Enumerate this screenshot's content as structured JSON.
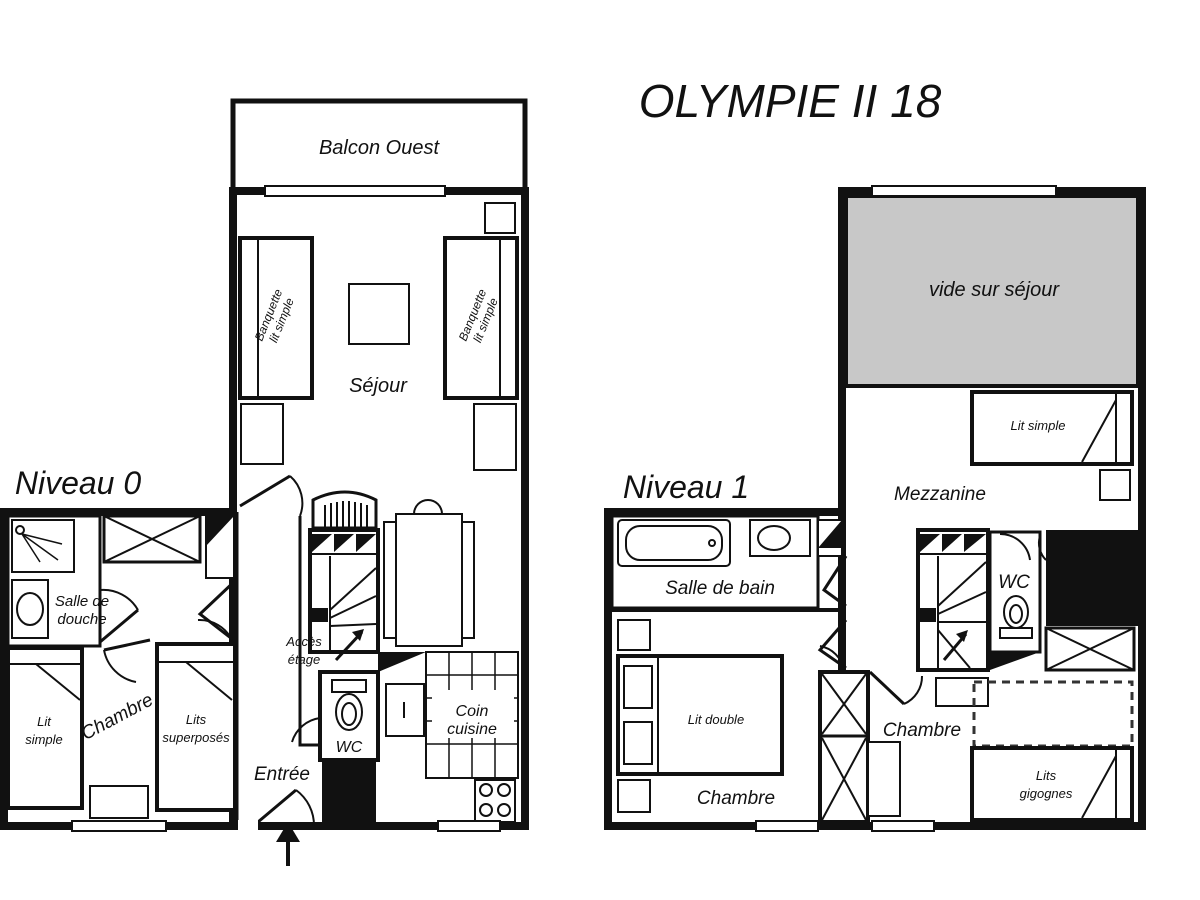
{
  "title": "OLYMPIE II 18",
  "levels": {
    "niveau0": {
      "label": "Niveau 0",
      "rooms": {
        "balcon": "Balcon Ouest",
        "sejour": "Séjour",
        "banquette_left_1": "Banquette",
        "banquette_left_2": "lit simple",
        "banquette_right_1": "Banquette",
        "banquette_right_2": "lit simple",
        "salle_douche_1": "Salle de",
        "salle_douche_2": "douche",
        "chambre": "Chambre",
        "lit_simple_1": "Lit",
        "lit_simple_2": "simple",
        "lits_superposes_1": "Lits",
        "lits_superposes_2": "superposés",
        "acces_1": "Accès",
        "acces_2": "étage",
        "wc": "WC",
        "coin_cuisine_1": "Coin",
        "coin_cuisine_2": "cuisine",
        "entree": "Entrée"
      }
    },
    "niveau1": {
      "label": "Niveau 1",
      "rooms": {
        "vide": "vide sur séjour",
        "lit_simple": "Lit simple",
        "mezzanine": "Mezzanine",
        "salle_bain": "Salle de bain",
        "wc": "WC",
        "lit_double": "Lit double",
        "chambre_1": "Chambre",
        "chambre_2": "Chambre",
        "lits_gigognes_1": "Lits",
        "lits_gigognes_2": "gigognes"
      }
    }
  },
  "colors": {
    "wall": "#111111",
    "void": "#c8c8c8",
    "background": "#ffffff"
  }
}
